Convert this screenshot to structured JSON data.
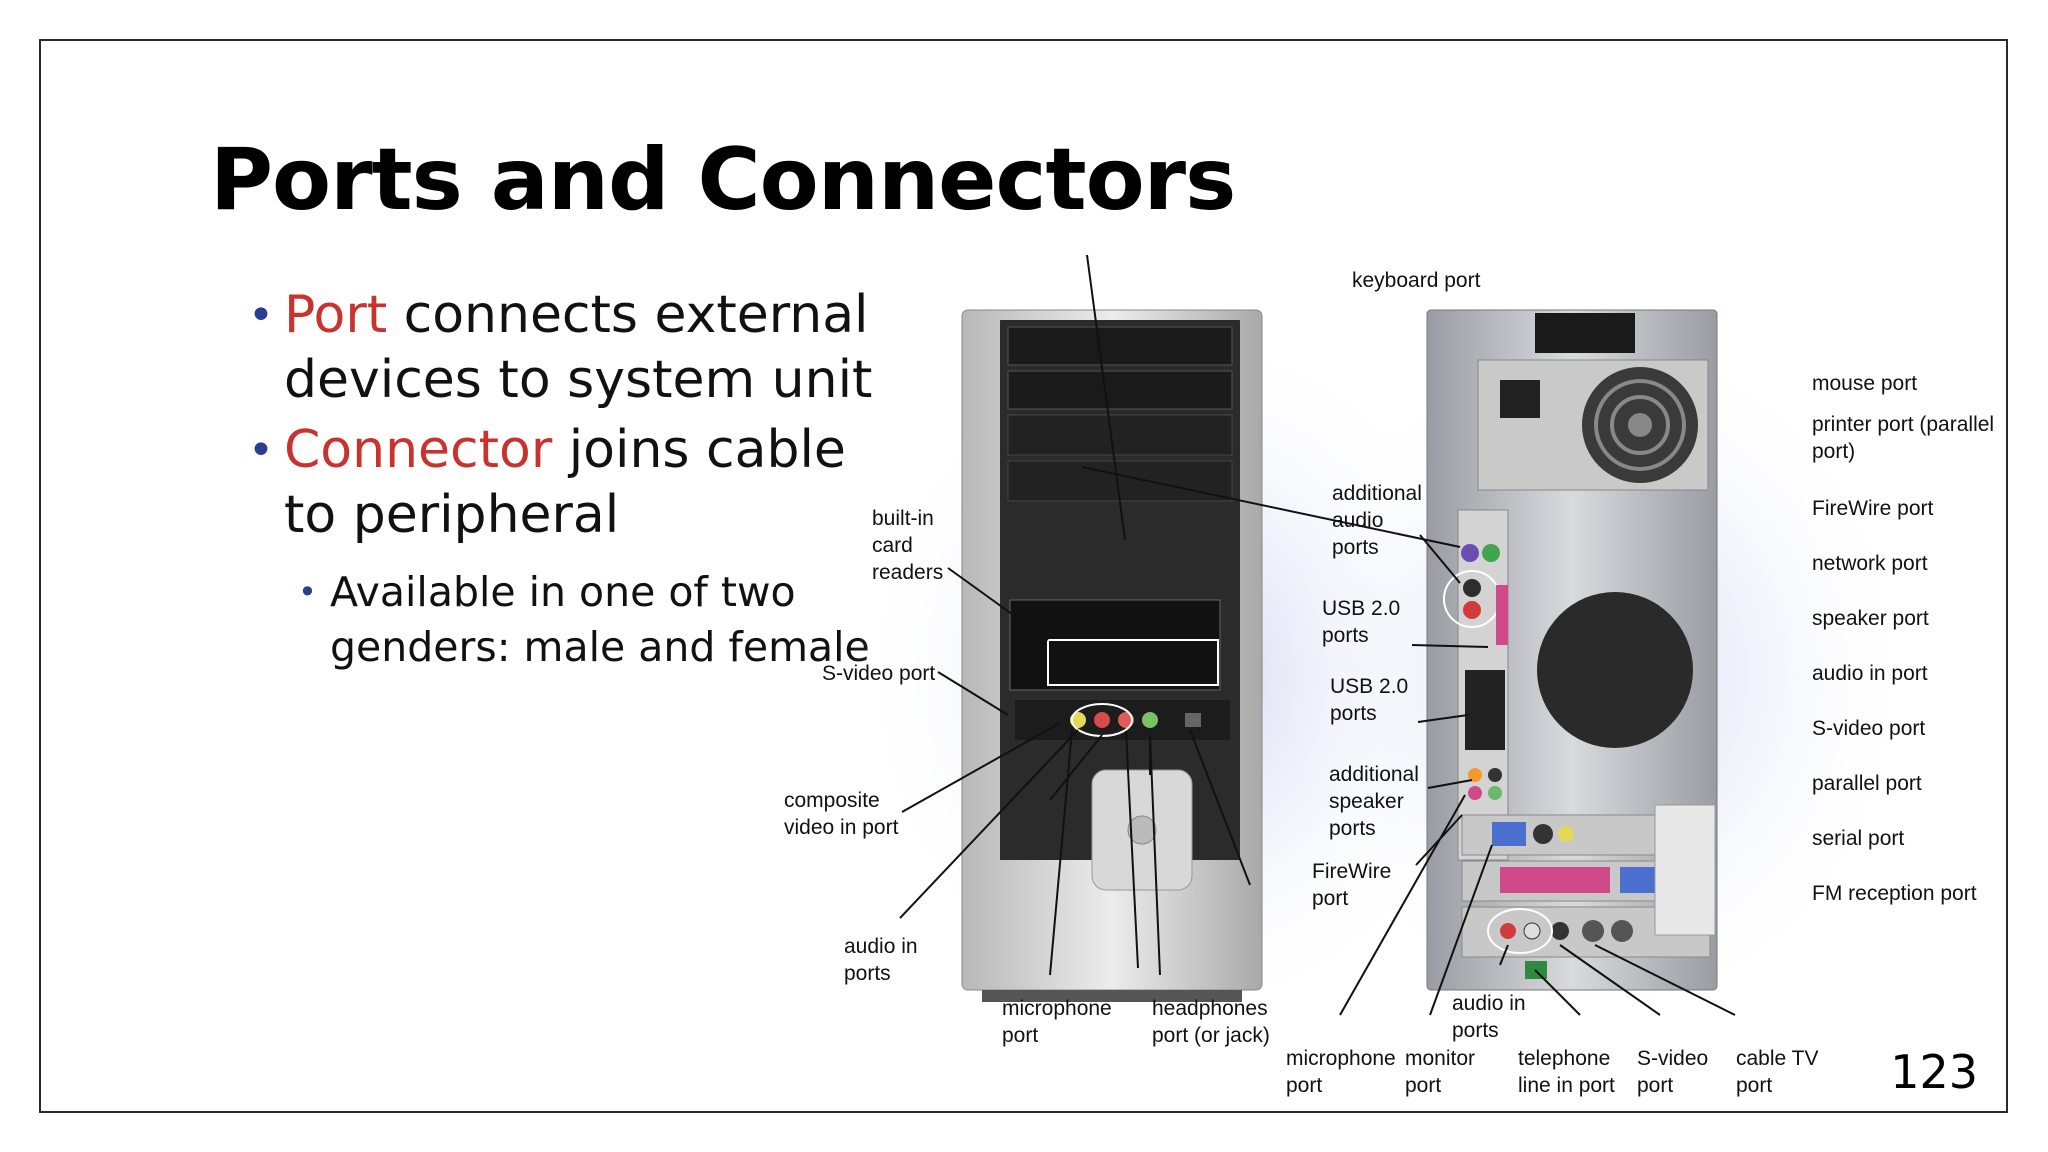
{
  "slide": {
    "title": "Ports and Connectors",
    "page_number": "123"
  },
  "bullets": [
    {
      "term": "Port",
      "rest": " connects external devices to system unit"
    },
    {
      "term": "Connector",
      "rest": " joins cable to peripheral"
    }
  ],
  "sub_bullets": [
    {
      "text": "Available in one of two genders: male and female"
    }
  ],
  "figure": {
    "front_labels": {
      "card_readers": "built-in\ncard\nreaders",
      "svideo": "S-video port",
      "composite": "composite\nvideo in port",
      "audio_in": "audio in\nports",
      "microphone": "microphone\nport",
      "headphones": "headphones\nport (or jack)",
      "firewire": "FireWire\nport",
      "usb_top": "USB 2.0\nports",
      "additional_audio": "additional\naudio\nports",
      "usb_rear": "USB 2.0\nports",
      "additional_speaker": "additional\nspeaker\nports"
    },
    "rear_labels": {
      "keyboard": "keyboard port",
      "mouse": "mouse port",
      "printer": "printer port (parallel\nport)",
      "firewire": "FireWire port",
      "network": "network port",
      "speaker": "speaker port",
      "audio_in": "audio in port",
      "svideo": "S-video port",
      "parallel": "parallel port",
      "serial": "serial port",
      "fm": "FM reception port",
      "audio_in_ports": "audio in\nports",
      "microphone": "microphone\nport",
      "monitor": "monitor\nport",
      "telephone": "telephone\nline in port",
      "svideo_bottom": "S-video\nport",
      "cable_tv": "cable TV\nport"
    }
  },
  "colors": {
    "accent_term": "#c8332f",
    "bullet_dot": "#2b3d92"
  }
}
